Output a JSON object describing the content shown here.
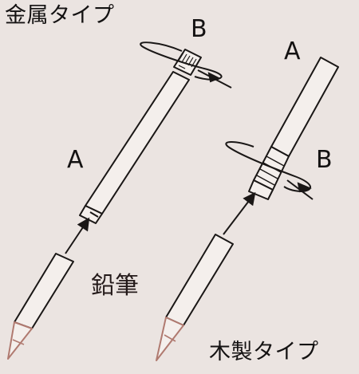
{
  "labels": {
    "metal_title": "金属タイプ",
    "wood_title": "木製タイプ",
    "pencil": "鉛筆",
    "metal_a": "A",
    "metal_b": "B",
    "wood_a": "A",
    "wood_b": "B"
  },
  "colors": {
    "background": "#ebe4e1",
    "line": "#1a1716",
    "pencil_tip": "#b07a70"
  }
}
